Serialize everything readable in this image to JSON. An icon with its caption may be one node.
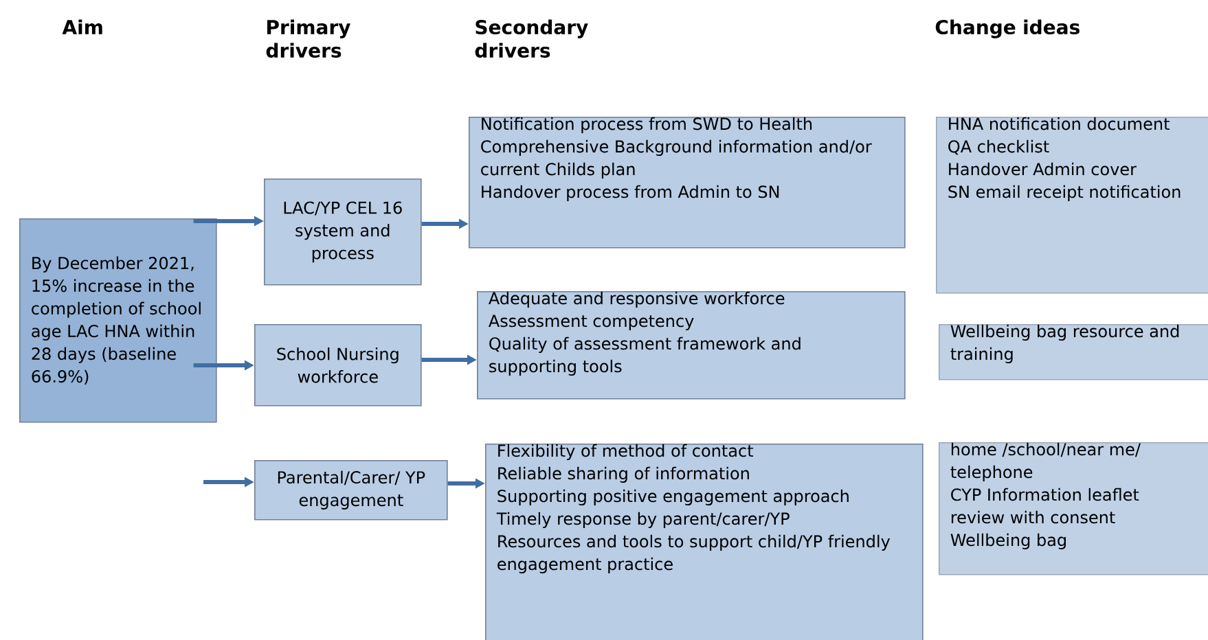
{
  "diagram": {
    "nodes": [
      {
        "text": [
          "By December 2021, 15% increase in the completion of school age LAC HNA within 28 days (baseline 66.9%)"
        ]
      },
      {
        "text": [
          "LAC/YP CEL 16 system and process"
        ]
      },
      {
        "text": [
          "School Nursing workforce"
        ]
      },
      {
        "text": [
          "Parental/Carer/ YP engagement"
        ]
      },
      {
        "text": [
          "Notification process from SWD to Health",
          "Comprehensive Background information and/or current Childs plan",
          "Handover process from Admin to SN"
        ]
      },
      {
        "text": [
          "Adequate and responsive workforce",
          "Assessment competency",
          "Quality of assessment framework and supporting tools"
        ]
      },
      {
        "text": [
          "Flexibility of method of contact",
          "Reliable  sharing of  information",
          "Supporting positive engagement approach",
          "Timely response by parent/carer/YP",
          "Resources and tools to support child/YP  friendly engagement practice"
        ]
      },
      {
        "text": [
          "HNA notification document",
          "QA checklist",
          "Handover Admin cover",
          "SN email receipt notification"
        ]
      },
      {
        "text": [
          "Wellbeing  bag resource  and training"
        ]
      },
      {
        "text": [
          "home /school/near me/ telephone",
          "CYP Information leaflet review with consent",
          "Wellbeing bag"
        ]
      }
    ],
    "edges": [
      {
        "from": 0,
        "to": 1,
        "arrow": "to"
      },
      {
        "from": 0,
        "to": 2,
        "arrow": "to"
      },
      {
        "from": null,
        "to": 3,
        "arrow": "to"
      },
      {
        "from": 1,
        "to": 4,
        "arrow": "to"
      },
      {
        "from": 2,
        "to": 5,
        "arrow": "to"
      },
      {
        "from": 3,
        "to": 6,
        "arrow": "to"
      }
    ],
    "labels": [
      "Aim",
      "Primary drivers",
      "Secondary drivers",
      "Change ideas"
    ]
  }
}
